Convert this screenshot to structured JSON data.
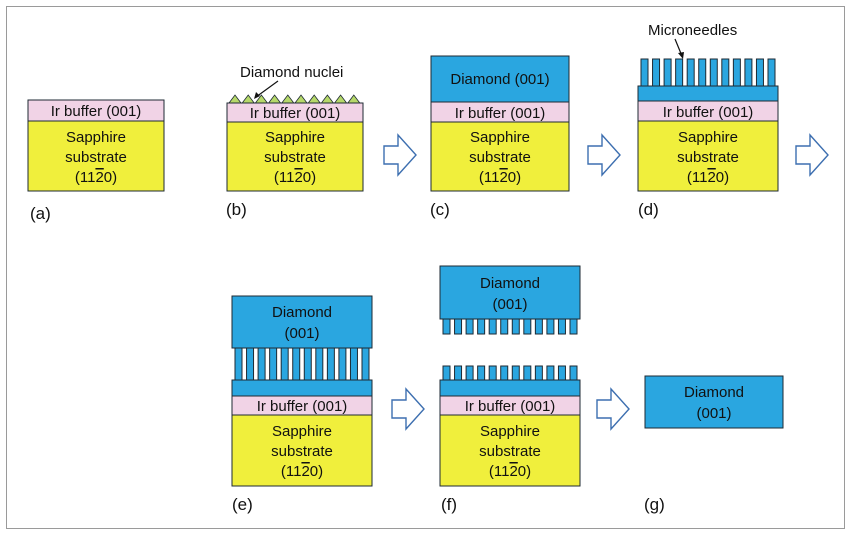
{
  "colors": {
    "diamond": "#2aa6e0",
    "ir_buffer": "#f1d3e6",
    "sapphire": "#f0ef3c",
    "nuclei": "#b6d86a",
    "arrow_fill": "#ffffff",
    "arrow_stroke": "#3d6fb0",
    "outline": "#1e2a33"
  },
  "texts": {
    "ir_buffer": "Ir buffer (001)",
    "ir_buffer_e": "Ir  buffer (001)",
    "sapphire_1": "Sapphire",
    "sapphire_2": "substrate",
    "sapphire_3": "(11",
    "sapphire_3_bar": "2",
    "sapphire_3_end": "0)",
    "diamond_001": "Diamond (001)",
    "diamond": "Diamond",
    "orientation": "(001)",
    "diamond_nuclei": "Diamond nuclei",
    "microneedles": "Microneedles"
  },
  "panel_labels": [
    "(a)",
    "(b)",
    "(c)",
    "(d)",
    "(e)",
    "(f)",
    "(g)"
  ]
}
